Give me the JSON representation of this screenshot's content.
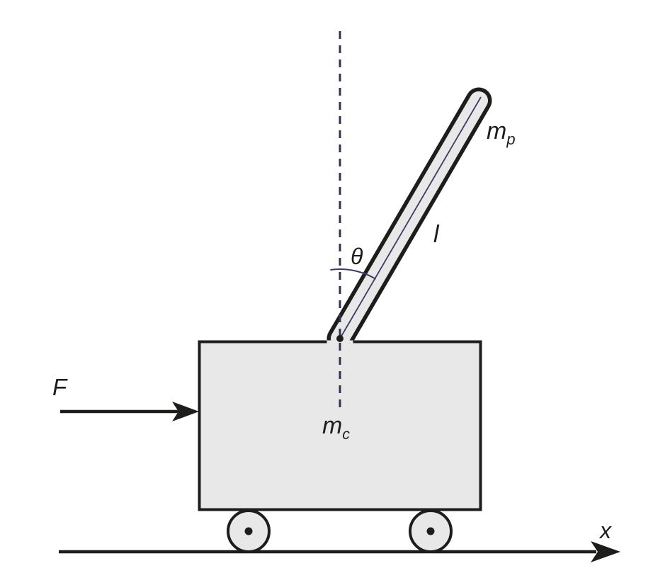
{
  "diagram": {
    "type": "physics-schematic",
    "subject": "inverted pendulum on a cart",
    "labels": {
      "force": "F",
      "pendulum_mass_base": "m",
      "pendulum_mass_sub": "p",
      "rod_length": "l",
      "angle": "θ",
      "cart_mass_base": "m",
      "cart_mass_sub": "c",
      "x_axis": "x"
    },
    "colors": {
      "background": "#ffffff",
      "body_fill": "#e8e8e8",
      "outline": "#1d1d1b",
      "accent_line": "#3b3b66",
      "dashed_reference": "#33334f"
    }
  }
}
